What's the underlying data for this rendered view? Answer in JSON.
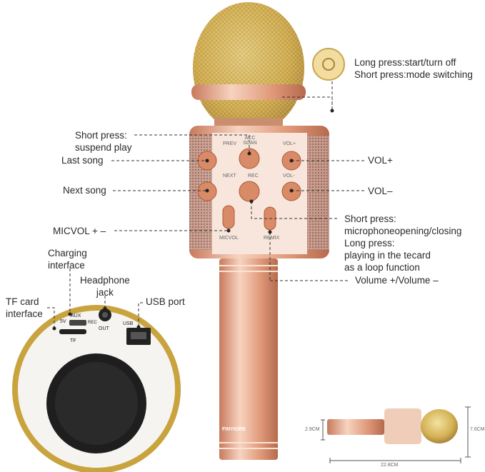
{
  "annotations": {
    "power_line1": "Long press:start/turn off",
    "power_line2": "Short press:mode switching",
    "suspend_line1": "Short press:",
    "suspend_line2": "suspend play",
    "last_song": "Last song",
    "next_song": "Next song",
    "vol_plus": "VOL+",
    "vol_minus": "VOL–",
    "micvol": "MICVOL + –",
    "rec_line1": "Short press:",
    "rec_line2": "microphoneopening/closing",
    "rec_line3": "Long press:",
    "rec_line4": "playing in the tecard",
    "rec_line5": "as a loop function",
    "volume": "Volume +/Volume –",
    "charging_line1": "Charging",
    "charging_line2": "interface",
    "headphone_line1": "Headphone",
    "headphone_line2": "jack",
    "tf_line1": "TF card",
    "tf_line2": "interface",
    "usb": "USB port"
  },
  "panel_labels": {
    "prev": "PREV",
    "acc_scan": "ACC SCAN",
    "vol_plus": "VOL+",
    "next": "NEXT",
    "rec": "REC",
    "vol_minus": "VOL-",
    "micvol": "MICVOL",
    "remix": "REMIX"
  },
  "port_labels": {
    "v5": "5V",
    "aux": "AUX",
    "rec": "REC",
    "out": "OUT",
    "usb": "USB",
    "tf": "TF"
  },
  "brand": "FINYIORE",
  "dimensions": {
    "diameter": "2.9CM",
    "height": "7.6CM",
    "length": "22.8CM"
  },
  "colors": {
    "rose_gold": "#e6a88a",
    "gold": "#d9b75a",
    "dark": "#222222"
  }
}
